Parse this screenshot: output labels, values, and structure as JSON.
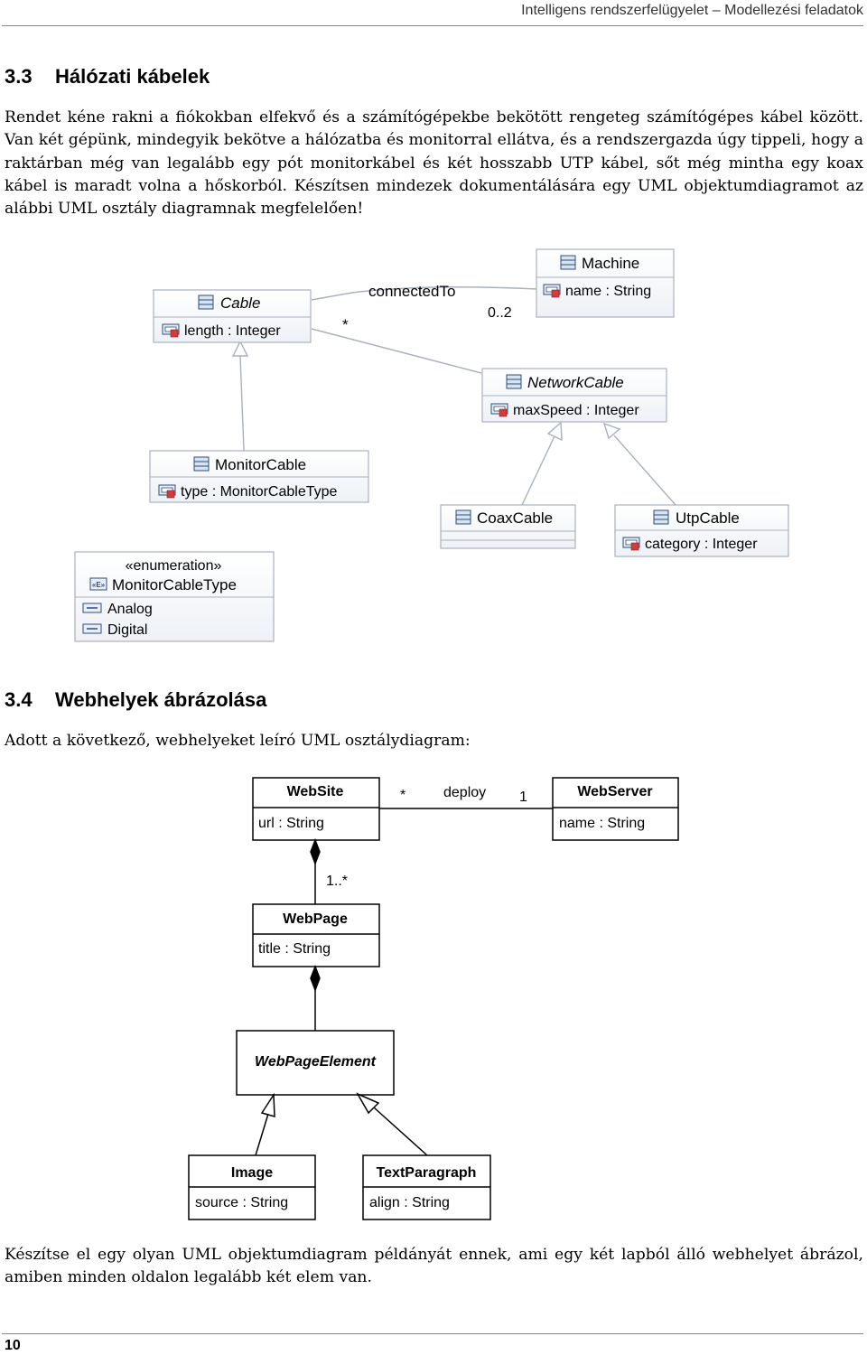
{
  "header": {
    "running_title": "Intelligens rendszerfelügyelet – Modellezési feladatok"
  },
  "section_3_3": {
    "number": "3.3",
    "title": "Hálózati kábelek",
    "paragraph": "Rendet kéne rakni a fiókokban elfekvő és a számítógépekbe bekötött rengeteg számítógépes kábel között. Van két gépünk, mindegyik bekötve a hálózatba és monitorral ellátva, és a rendszergazda úgy tippeli, hogy a raktárban még van legalább egy pót monitorkábel és két hosszabb UTP kábel, sőt még mintha egy koax kábel is maradt volna a hőskorból. Készítsen mindezek dokumentálására egy UML objektumdiagramot az alábbi UML osztály diagramnak megfelelően!",
    "diagram": {
      "cable": {
        "name": "Cable",
        "attr": "length : Integer"
      },
      "machine": {
        "name": "Machine",
        "attr": "name : String"
      },
      "network_cable": {
        "name": "NetworkCable",
        "attr": "maxSpeed : Integer"
      },
      "monitor_cable": {
        "name": "MonitorCable",
        "attr": "type : MonitorCableType"
      },
      "coax_cable": {
        "name": "CoaxCable"
      },
      "utp_cable": {
        "name": "UtpCable",
        "attr": "category : Integer"
      },
      "enum": {
        "stereotype": "«enumeration»",
        "name": "MonitorCableType",
        "literals": [
          "Analog",
          "Digital"
        ]
      },
      "association": {
        "label": "connectedTo",
        "mult_cable": "*",
        "mult_machine": "0..2"
      }
    }
  },
  "section_3_4": {
    "number": "3.4",
    "title": "Webhelyek ábrázolása",
    "intro": "Adott a következő, webhelyeket leíró UML osztálydiagram:",
    "diagram": {
      "website": {
        "name": "WebSite",
        "attr": "url : String"
      },
      "webserver": {
        "name": "WebServer",
        "attr": "name : String"
      },
      "webpage": {
        "name": "WebPage",
        "attr": "title : String"
      },
      "webpage_element": {
        "name": "WebPageElement"
      },
      "image": {
        "name": "Image",
        "attr": "source : String"
      },
      "text_paragraph": {
        "name": "TextParagraph",
        "attr": "align : String"
      },
      "deploy": {
        "label": "deploy",
        "mult_site": "*",
        "mult_server": "1"
      },
      "composition_mult": "1..*"
    },
    "task": "Készítse el egy olyan UML objektumdiagram példányát ennek, ami egy két lapból álló webhelyet ábrázol, amiben minden oldalon legalább két elem van."
  },
  "footer": {
    "page_number": "10"
  }
}
